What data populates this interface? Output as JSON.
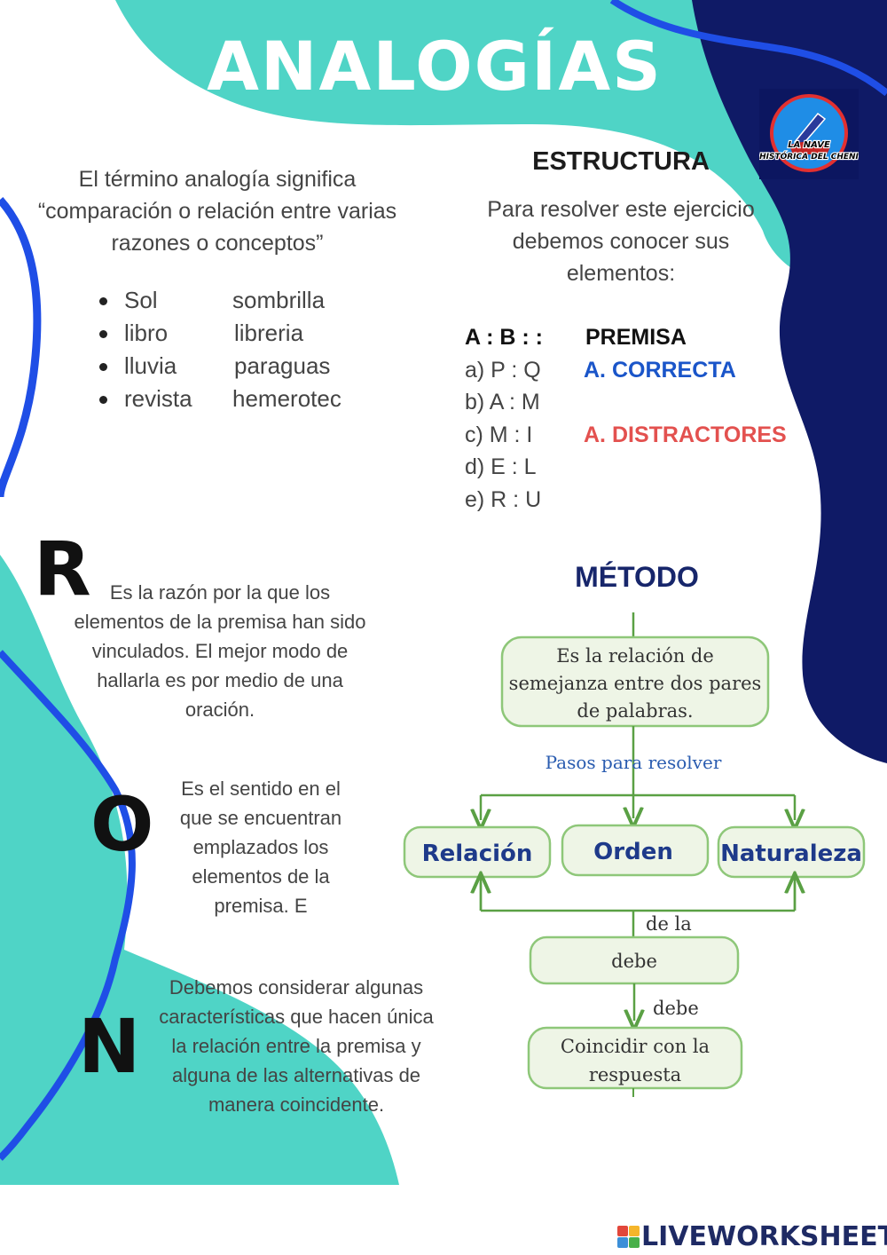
{
  "title": "ANALOGÍAS",
  "intro": "El término analogía significa “comparación o relación entre varias razones o conceptos”",
  "examples": [
    {
      "a": "Sol",
      "b": "sombrilla"
    },
    {
      "a": "libro",
      "b": "libreria"
    },
    {
      "a": "lluvia",
      "b": "paraguas"
    },
    {
      "a": "revista",
      "b": "hemerotec"
    }
  ],
  "logo": {
    "line1": "LA NAVE",
    "line2": "HISTÓRICA DEL CHENI"
  },
  "structure": {
    "title": "ESTRUCTURA",
    "text": "Para resolver este ejercicio debemos conocer sus elementos:",
    "head": "A : B : :",
    "premisa": "PREMISA",
    "options": [
      "a) P : Q",
      "b) A : M",
      "c) M : I",
      "d) E : L",
      "e) R : U"
    ],
    "correct_label": "A. CORRECTA",
    "distractor_label": "A. DISTRACTORES"
  },
  "ron": {
    "r_letter": "R",
    "r_text": "Es la razón por la que los elementos de la premisa han sido vinculados. El mejor modo de hallarla es por medio de una oración.",
    "o_letter": "O",
    "o_text": "Es el sentido en el que se encuentran emplazados los elementos de la premisa. E",
    "n_letter": "N",
    "n_text": "Debemos considerar algunas características que hacen única la relación entre la premisa y alguna de las alternativas de manera coincidente."
  },
  "method": {
    "title": "MÉTODO",
    "definition": [
      "Es la relación de",
      "semejanza entre dos pares",
      "de palabras."
    ],
    "steps_label": "Pasos para resolver",
    "steps": [
      "Relación",
      "Orden",
      "Naturaleza"
    ],
    "de_la": "de la",
    "debe_box": "debe",
    "debe_arrow": "debe",
    "final": [
      "Coincidir con la",
      "respuesta"
    ]
  },
  "brand": "LIVEWORKSHEETS",
  "colors": {
    "teal": "#4fd4c6",
    "navy": "#0f1a66",
    "blue_line": "#1f4ee6",
    "green_box": "#eef5e6",
    "green_border": "#8ec779"
  }
}
